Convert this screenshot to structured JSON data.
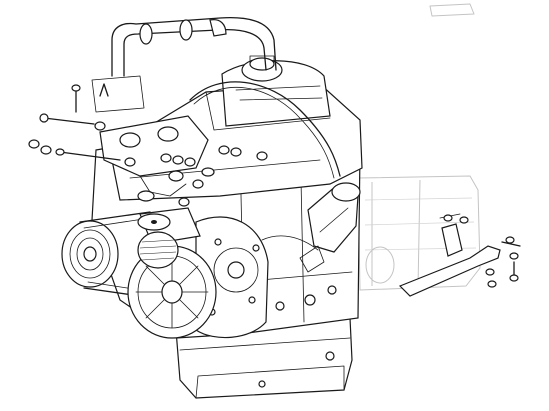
{
  "diagram": {
    "kind": "exploded-technical-line-drawing",
    "ink_color": "#1a1a1a",
    "ghost_color": "#c4c4c4",
    "background": "#ffffff",
    "components": [
      {
        "name": "crossover-coolant-pipe"
      },
      {
        "name": "oil-filler-cap"
      },
      {
        "name": "cylinder-head"
      },
      {
        "name": "rocker-cover"
      },
      {
        "name": "engine-block"
      },
      {
        "name": "crankshaft-pulley"
      },
      {
        "name": "alternator"
      },
      {
        "name": "water-pump-pulley"
      },
      {
        "name": "timing-cover"
      },
      {
        "name": "oil-sump"
      },
      {
        "name": "distributor"
      },
      {
        "name": "engine-mounting-bracket"
      },
      {
        "name": "exploded-fasteners"
      },
      {
        "name": "gearbox-outline"
      }
    ]
  }
}
